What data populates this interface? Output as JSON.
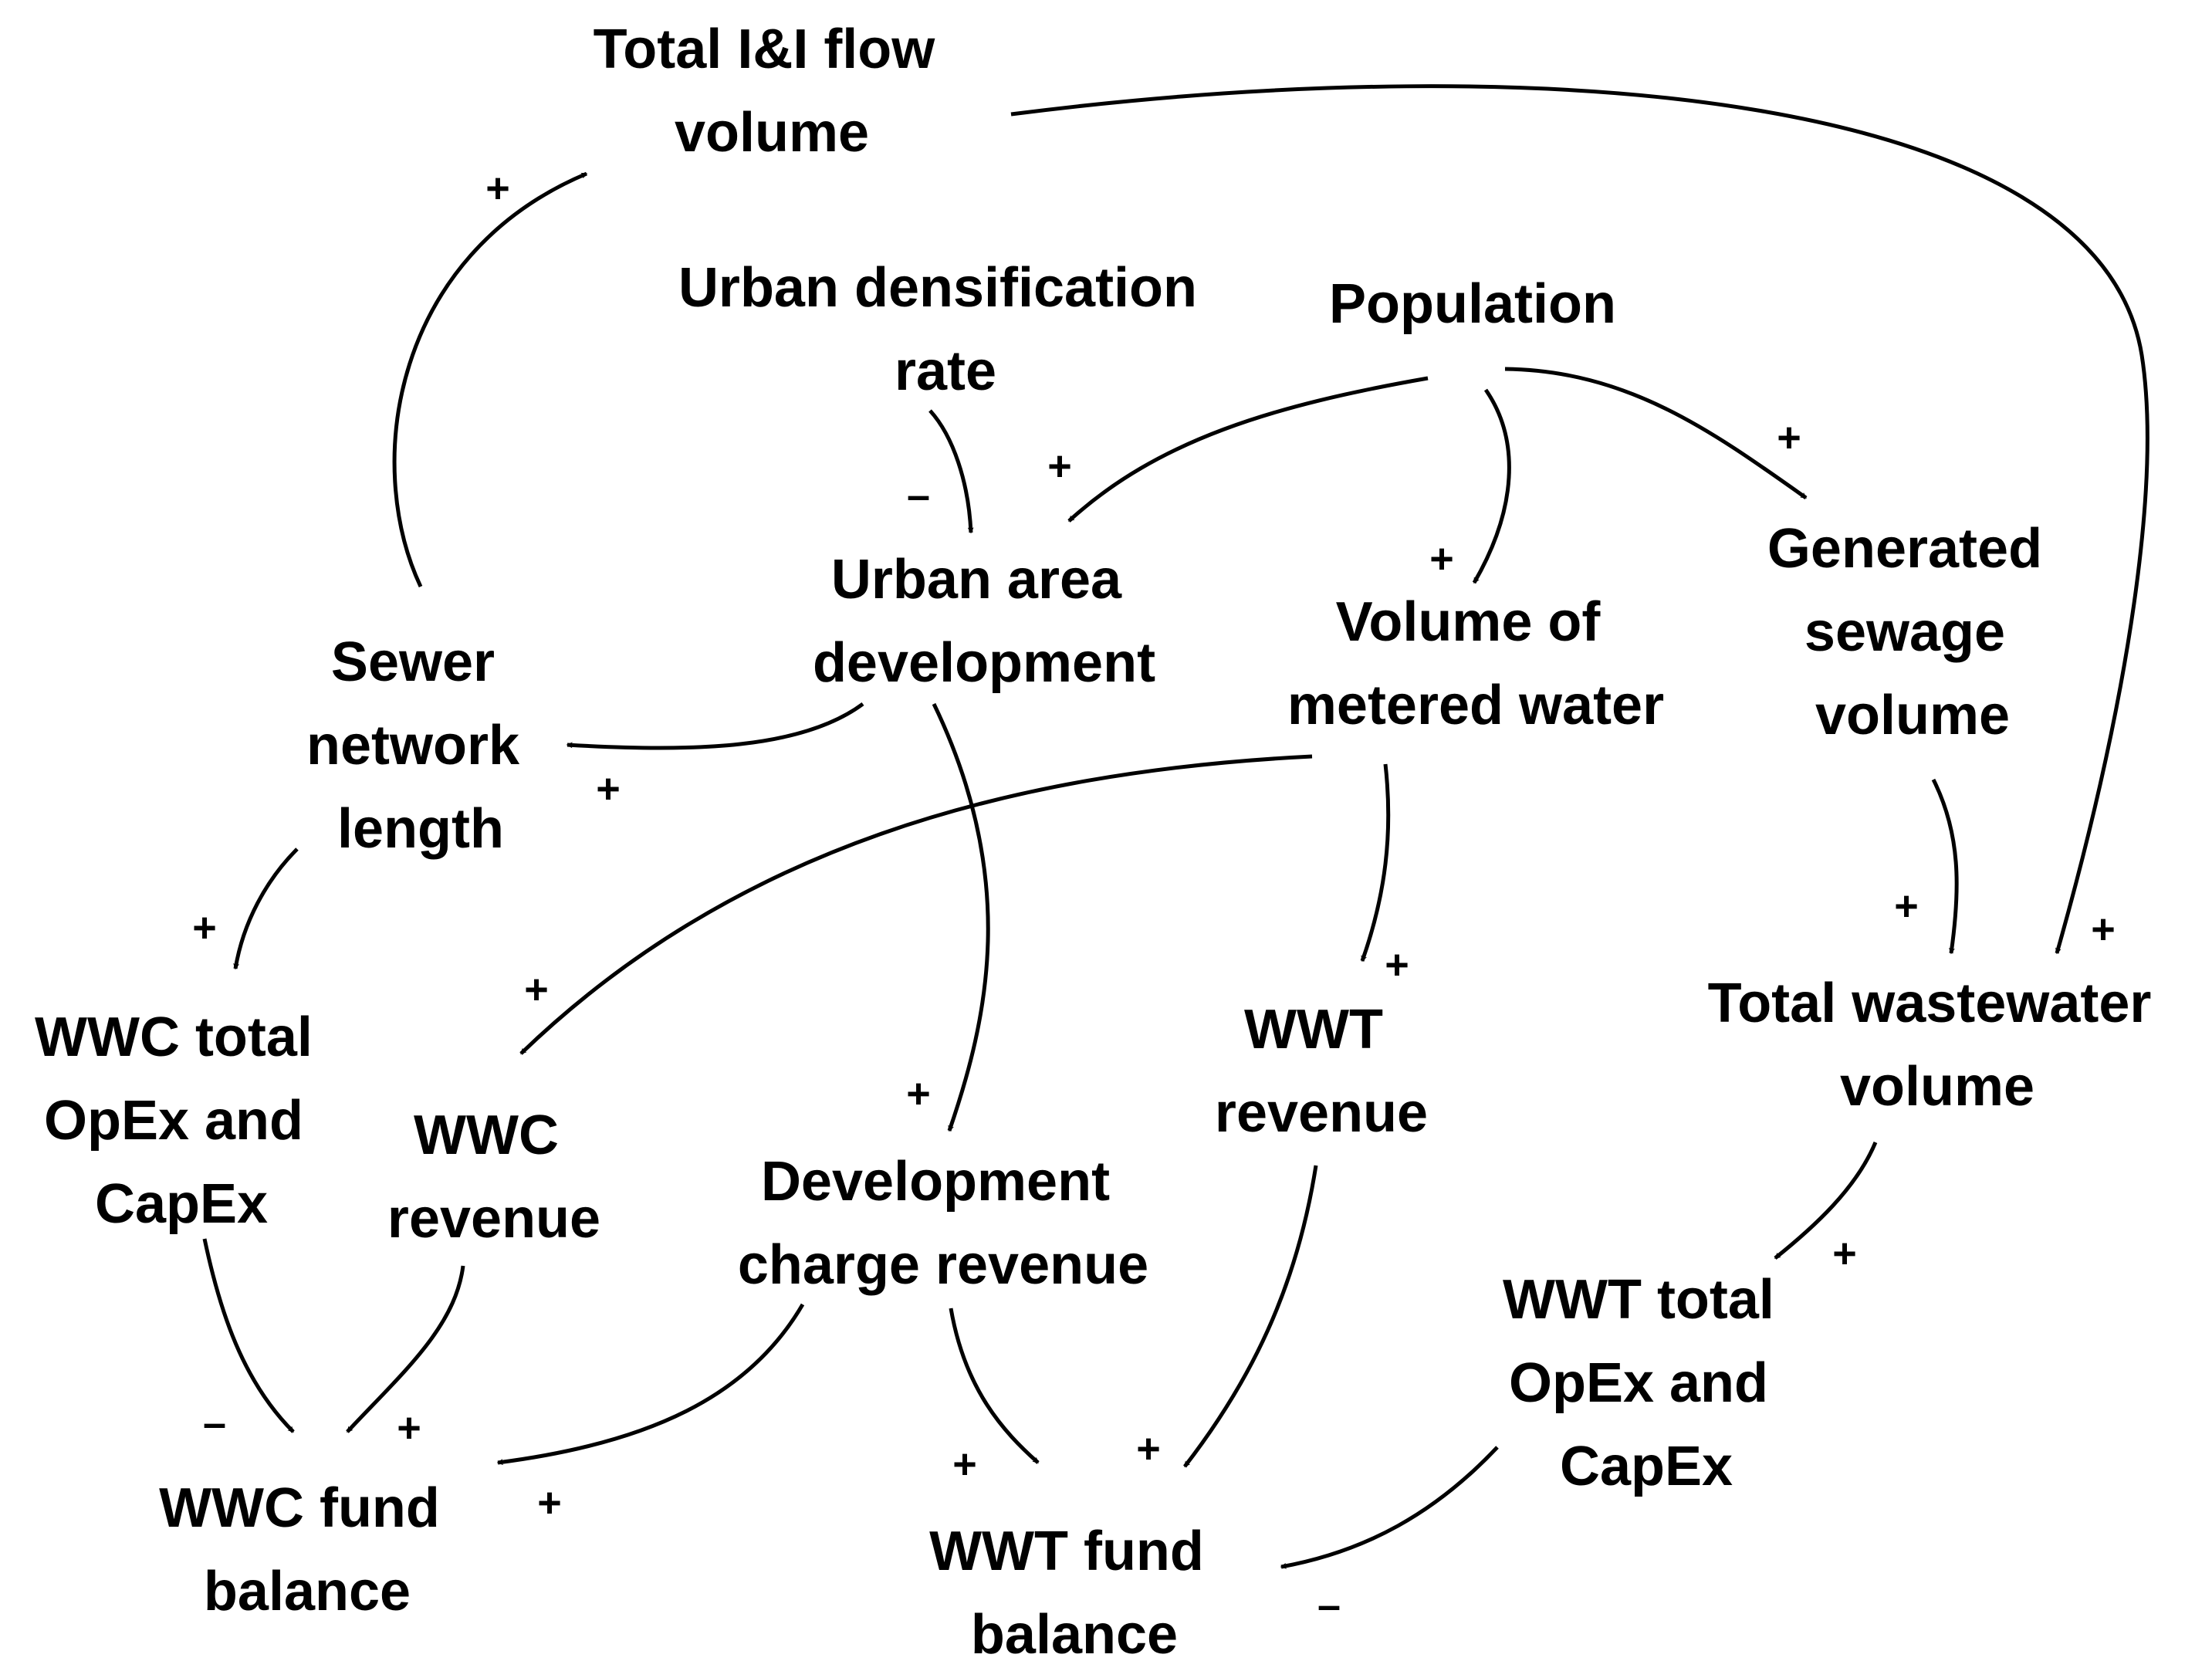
{
  "nodes": {
    "total_ii": [
      "Total I&I flow",
      "volume"
    ],
    "urban_densification": [
      "Urban densification",
      "rate"
    ],
    "population": [
      "Population"
    ],
    "urban_area": [
      "Urban area",
      "development"
    ],
    "metered_water": [
      "Volume of",
      "metered water"
    ],
    "sewage_volume": [
      "Generated",
      "sewage",
      "volume"
    ],
    "sewer_length": [
      "Sewer",
      "network",
      "length"
    ],
    "wwc_opex": [
      "WWC total",
      "OpEx and",
      "CapEx"
    ],
    "wwc_revenue": [
      "WWC",
      "revenue"
    ],
    "dev_charge": [
      "Development",
      "charge revenue"
    ],
    "wwt_revenue": [
      "WWT",
      "revenue"
    ],
    "total_wastewater": [
      "Total wastewater",
      "volume"
    ],
    "wwt_opex": [
      "WWT total",
      "OpEx and",
      "CapEx"
    ],
    "wwc_fund": [
      "WWC fund",
      "balance"
    ],
    "wwt_fund": [
      "WWT fund",
      "balance"
    ]
  },
  "links": [
    {
      "from": "sewer_length",
      "to": "total_ii",
      "polarity": "+"
    },
    {
      "from": "total_ii",
      "to": "total_wastewater",
      "polarity": "+"
    },
    {
      "from": "urban_densification",
      "to": "urban_area",
      "polarity": "–"
    },
    {
      "from": "population",
      "to": "urban_area",
      "polarity": "+"
    },
    {
      "from": "population",
      "to": "metered_water",
      "polarity": "+"
    },
    {
      "from": "population",
      "to": "sewage_volume",
      "polarity": "+"
    },
    {
      "from": "urban_area",
      "to": "sewer_length",
      "polarity": "+"
    },
    {
      "from": "urban_area",
      "to": "dev_charge",
      "polarity": "+"
    },
    {
      "from": "metered_water",
      "to": "wwc_revenue",
      "polarity": "+"
    },
    {
      "from": "metered_water",
      "to": "wwt_revenue",
      "polarity": "+"
    },
    {
      "from": "sewage_volume",
      "to": "total_wastewater",
      "polarity": "+"
    },
    {
      "from": "sewer_length",
      "to": "wwc_opex",
      "polarity": "+"
    },
    {
      "from": "total_wastewater",
      "to": "wwt_opex",
      "polarity": "+"
    },
    {
      "from": "wwc_opex",
      "to": "wwc_fund",
      "polarity": "–"
    },
    {
      "from": "wwc_revenue",
      "to": "wwc_fund",
      "polarity": "+"
    },
    {
      "from": "dev_charge",
      "to": "wwc_fund",
      "polarity": "+"
    },
    {
      "from": "dev_charge",
      "to": "wwt_fund",
      "polarity": "+"
    },
    {
      "from": "wwt_revenue",
      "to": "wwt_fund",
      "polarity": "+"
    },
    {
      "from": "wwt_opex",
      "to": "wwt_fund",
      "polarity": "–"
    }
  ]
}
